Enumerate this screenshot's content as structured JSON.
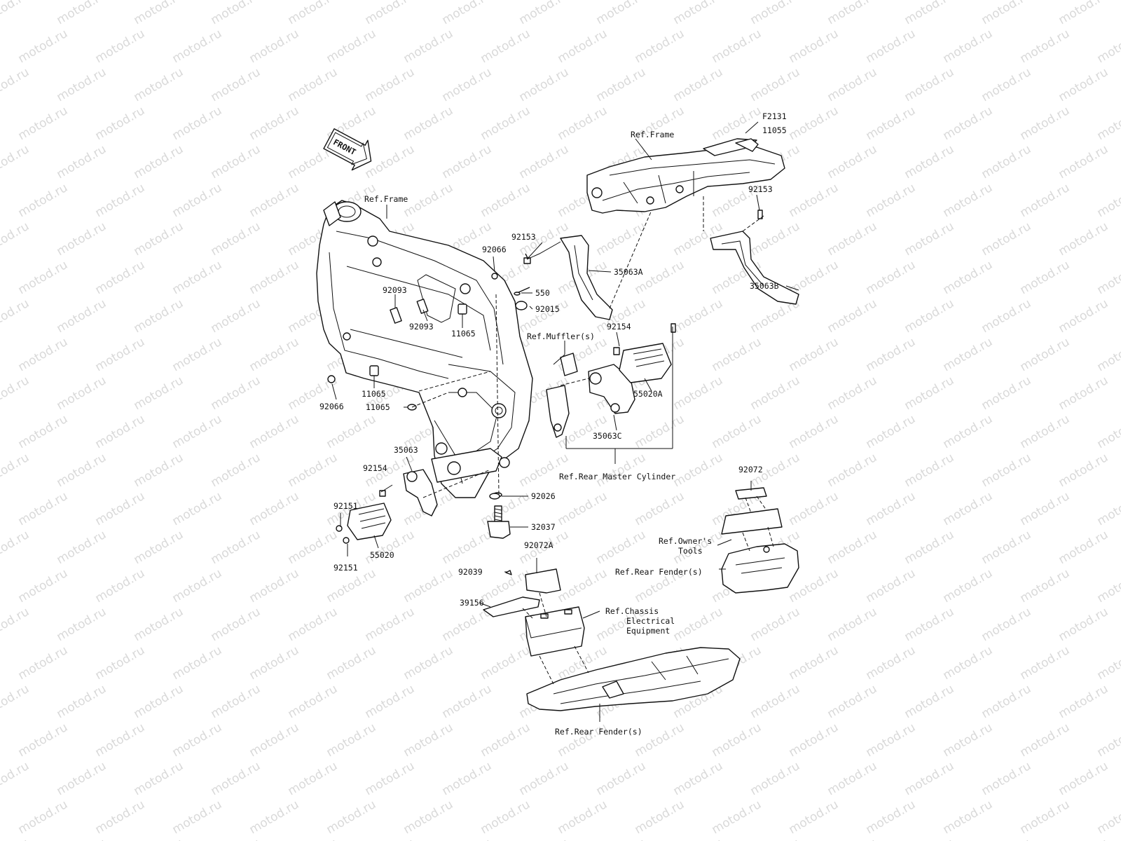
{
  "watermark": "motod.ru",
  "front_arrow": "FRONT",
  "labels": {
    "ref_frame_left": "Ref.Frame",
    "ref_frame_right": "Ref.Frame",
    "f2131": "F2131",
    "p11055": "11055",
    "p92153_right": "92153",
    "p92153_mid": "92153",
    "p92066_top": "92066",
    "p35063a": "35063A",
    "p35063b": "35063B",
    "p550": "550",
    "p92015": "92015",
    "p92093_a": "92093",
    "p92093_b": "92093",
    "p11065_a": "11065",
    "p92154_top": "92154",
    "ref_muffler": "Ref.Muffler(s)",
    "p55020a": "55020A",
    "p92066_left": "92066",
    "p11065_b": "11065",
    "p11065_c": "11065",
    "p35063c": "35063C",
    "ref_rear_master": "Ref.Rear Master Cylinder",
    "p35063": "35063",
    "p92154_left": "92154",
    "p92026": "92026",
    "p92151_a": "92151",
    "p92151_b": "92151",
    "p55020": "55020",
    "p32037": "32037",
    "p92072": "92072",
    "ref_owners_1": "Ref.Owner's",
    "ref_owners_2": "Tools",
    "ref_rear_fender_right": "Ref.Rear Fender(s)",
    "p92072a": "92072A",
    "p92039": "92039",
    "p39156": "39156",
    "ref_chassis_1": "Ref.Chassis",
    "ref_chassis_2": "Electrical",
    "ref_chassis_3": "Equipment",
    "ref_rear_fender_bottom": "Ref.Rear Fender(s)"
  }
}
